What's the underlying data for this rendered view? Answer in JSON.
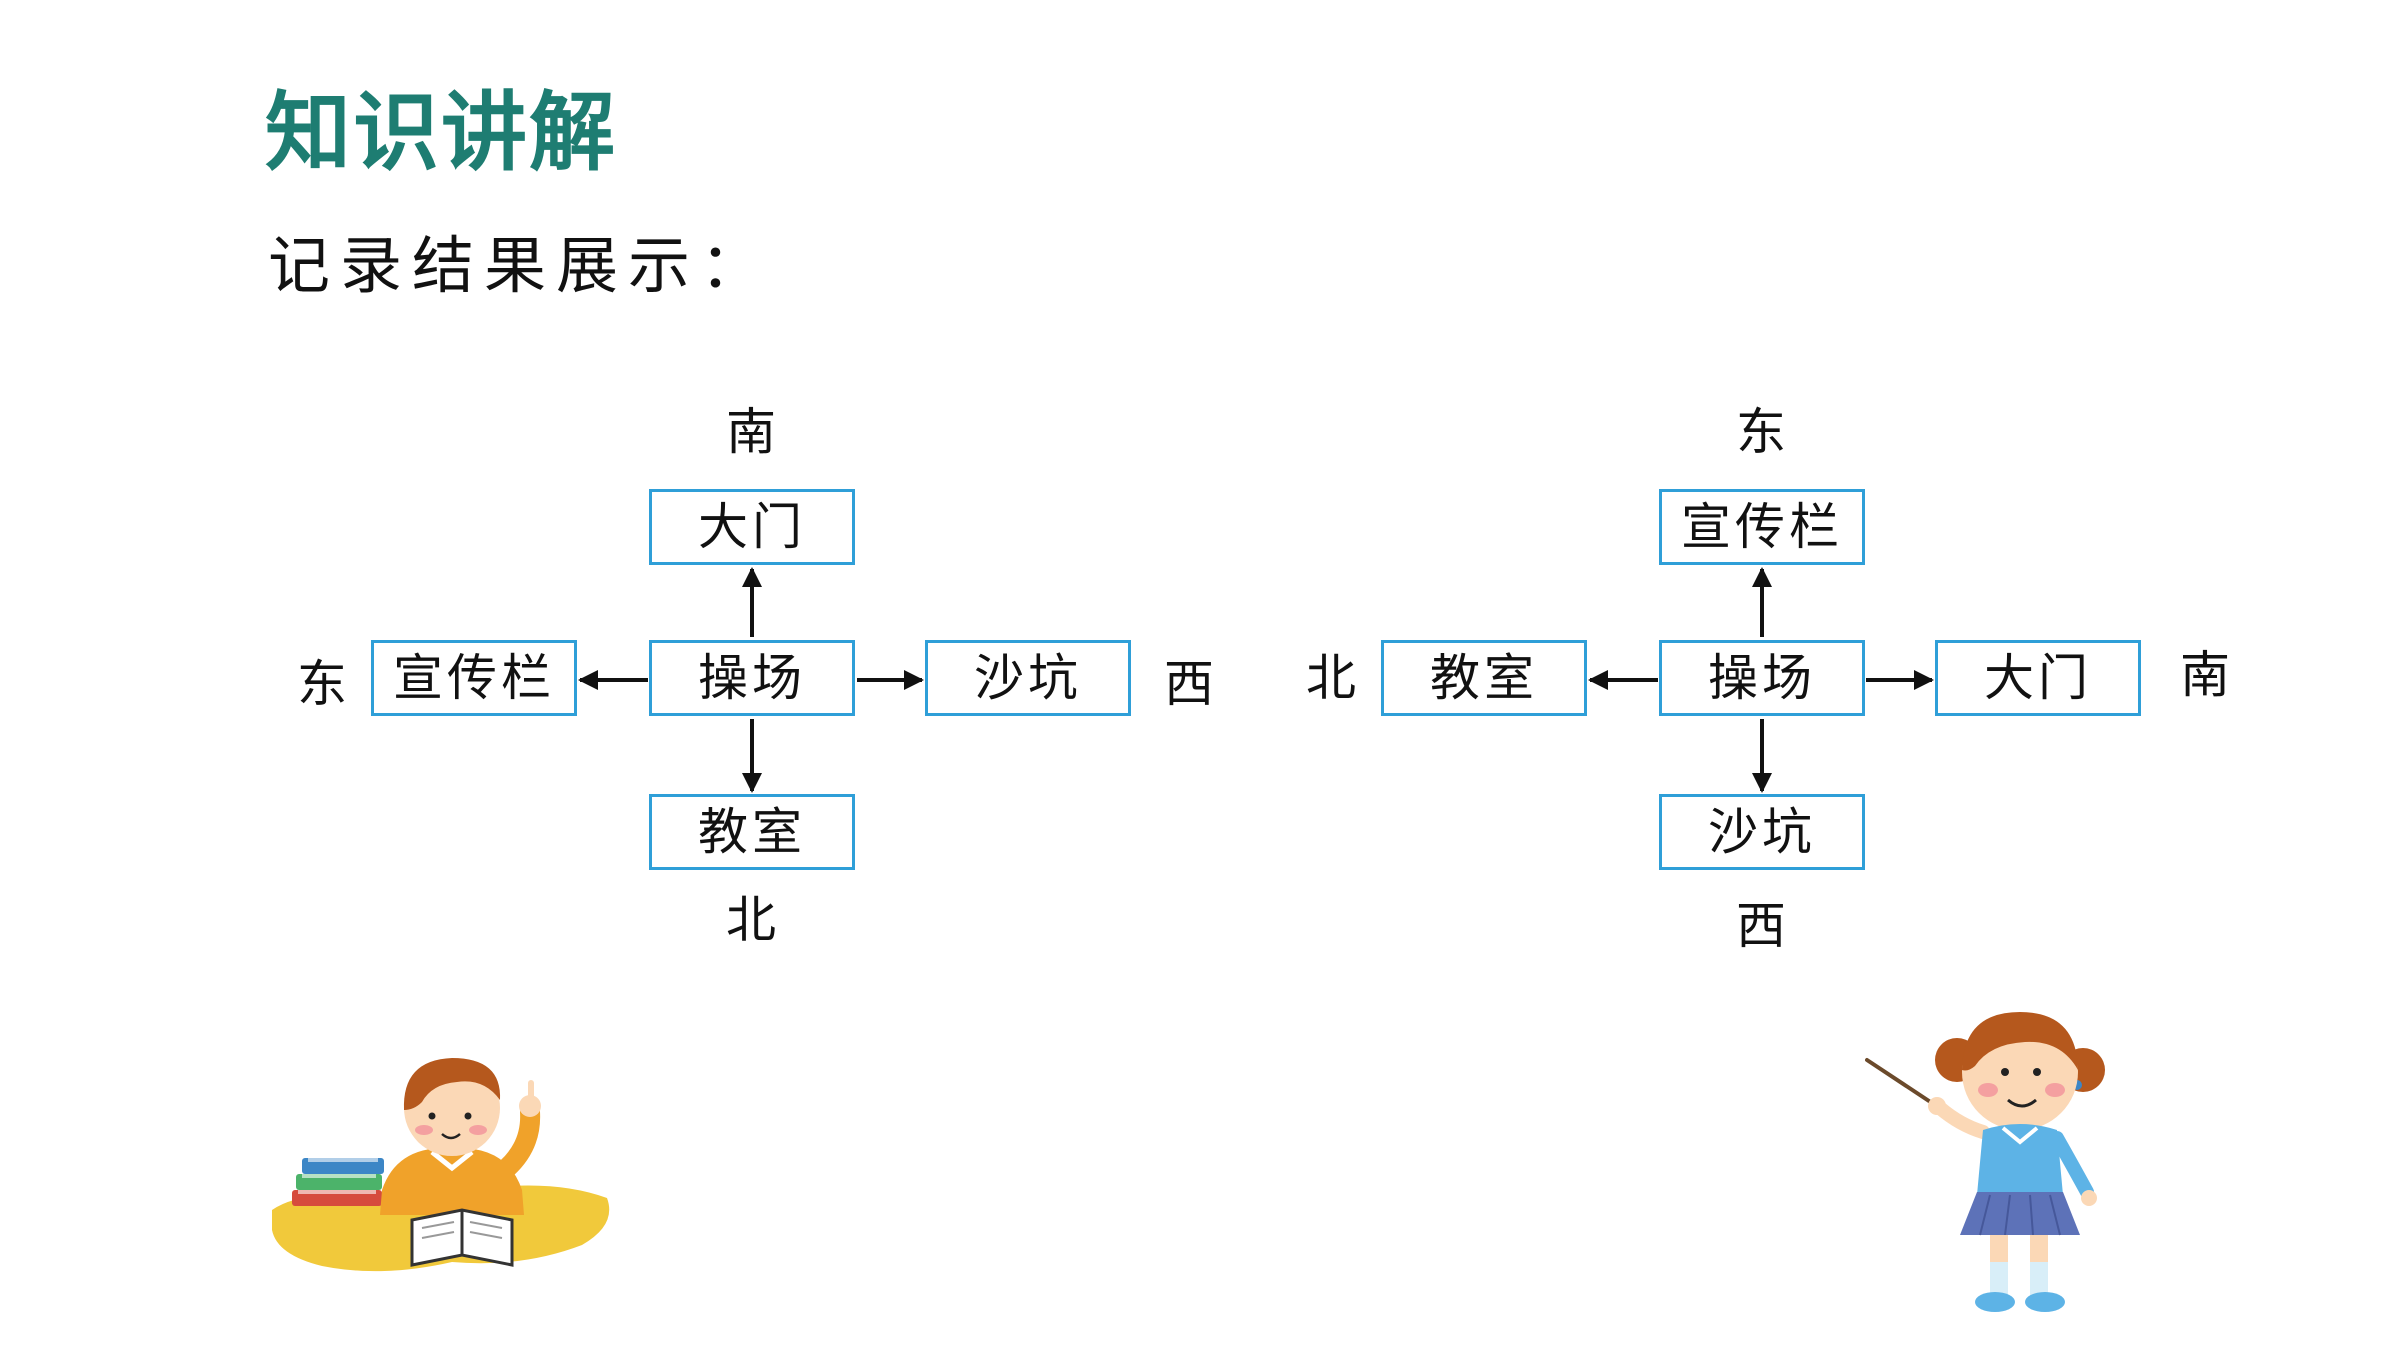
{
  "header": {
    "title": "知识讲解",
    "subtitle": "记录结果展示："
  },
  "diagram_left": {
    "center": "操场",
    "top_node": "大门",
    "bottom_node": "教室",
    "left_node": "宣传栏",
    "right_node": "沙坑",
    "dir_top": "南",
    "dir_bottom": "北",
    "dir_left": "东",
    "dir_right": "西"
  },
  "diagram_right": {
    "center": "操场",
    "top_node": "宣传栏",
    "bottom_node": "沙坑",
    "left_node": "教室",
    "right_node": "大门",
    "dir_top": "东",
    "dir_bottom": "西",
    "dir_left": "北",
    "dir_right": "南"
  },
  "colors": {
    "title": "#1e7d72",
    "box_border": "#2f9fd8",
    "arrow": "#111111"
  }
}
